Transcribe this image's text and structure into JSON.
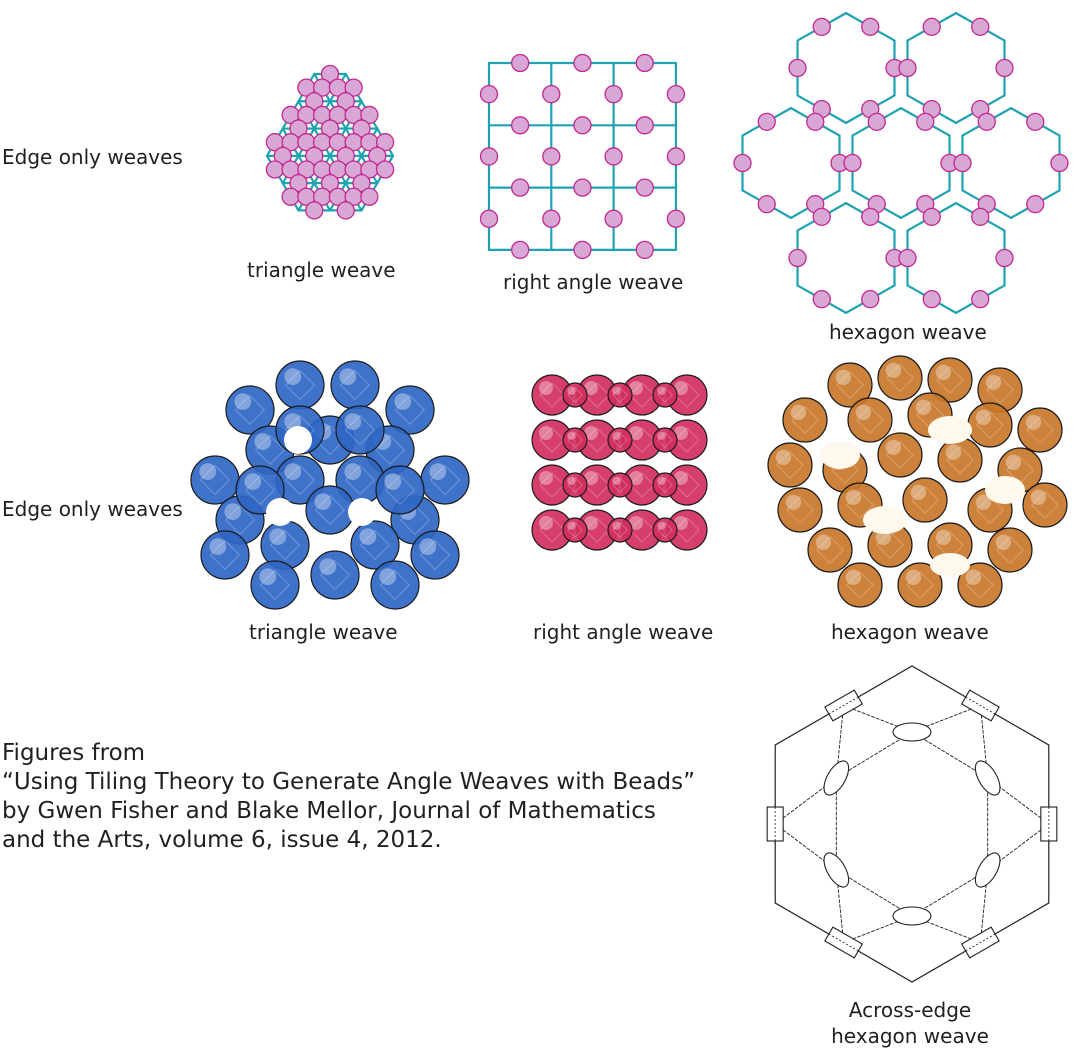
{
  "colors": {
    "line": "#1fa2b2",
    "bead": "#d8a7d6",
    "bead_stroke": "#c2288f",
    "blue_bead": "#2f66c4",
    "red_bead": "#d32e5e",
    "amber_bead": "#c9772a",
    "text": "#231f20"
  },
  "row_labels": {
    "row1": "Edge only weaves",
    "row2": "Edge only weaves"
  },
  "diagrams": {
    "triangle": "triangle weave",
    "right_angle": "right angle weave",
    "hexagon": "hexagon weave"
  },
  "photos": {
    "triangle": "triangle weave",
    "right_angle": "right angle weave",
    "hexagon": "hexagon weave"
  },
  "caption": {
    "line1": "Figures from",
    "line2": "“Using Tiling Theory to Generate Angle Weaves with Beads”",
    "line3": "by Gwen Fisher and Blake Mellor, Journal of Mathematics",
    "line4": "and the Arts, volume 6, issue 4, 2012."
  },
  "across_edge": {
    "line1": "Across-edge",
    "line2": "hexagon weave"
  }
}
